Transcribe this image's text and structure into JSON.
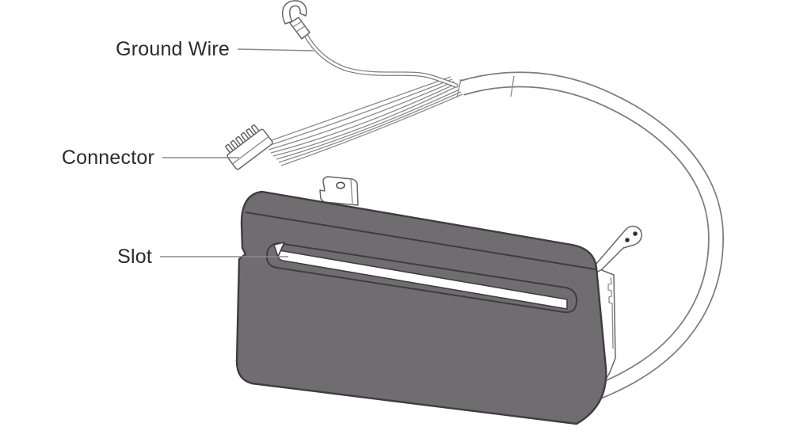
{
  "figure": {
    "colors": {
      "background": "#ffffff",
      "body": "#6F6D70",
      "outline": "#3F3D3F",
      "thin_line": "#8a8a8a",
      "text": "#2B2B2B"
    },
    "labels": [
      {
        "id": "ground_wire",
        "text": "Ground Wire"
      },
      {
        "id": "connector",
        "text": "Connector"
      },
      {
        "id": "slot",
        "text": "Slot"
      }
    ]
  }
}
